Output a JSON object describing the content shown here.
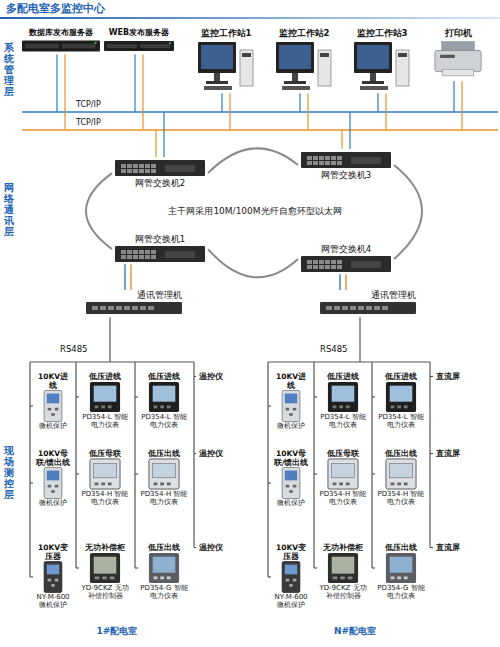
{
  "diagram": {
    "title": "多配电室多监控中心",
    "nodes": [
      {
        "text": [
          "数据库发布服务器"
        ]
      },
      {
        "text": [
          "WEB发布服务器"
        ]
      },
      {
        "text": [
          "监控工作站1"
        ]
      },
      {
        "text": [
          "监控工作站2"
        ]
      },
      {
        "text": [
          "监控工作站3"
        ]
      },
      {
        "text": [
          "打印机"
        ]
      },
      {
        "text": [
          "网管交换机2"
        ]
      },
      {
        "text": [
          "网管交换机3"
        ]
      },
      {
        "text": [
          "网管交换机1"
        ]
      },
      {
        "text": [
          "网管交换机4"
        ]
      },
      {
        "text": [
          "通讯管理机"
        ]
      },
      {
        "text": [
          "通讯管理机"
        ]
      },
      {
        "text": [
          "10KV进线",
          "微机保护"
        ]
      },
      {
        "text": [
          "低压进线",
          "PD354-L 智能电力仪表"
        ]
      },
      {
        "text": [
          "低压进线",
          "PD354-L 智能电力仪表"
        ]
      },
      {
        "text": [
          "10KV母联/馈出线",
          "微机保护"
        ]
      },
      {
        "text": [
          "低压母联",
          "PD354-H 智能电力仪表"
        ]
      },
      {
        "text": [
          "低压出线",
          "PD354-H 智能电力仪表"
        ]
      },
      {
        "text": [
          "10KV变压器",
          "NY-M-600 微机保护"
        ]
      },
      {
        "text": [
          "无功补偿柜",
          "YD-9CKZ 无功补偿控制器"
        ]
      },
      {
        "text": [
          "低压出线",
          "PD354-G 智能电力仪表"
        ]
      },
      {
        "text": [
          "10KV进线",
          "微机保护"
        ]
      },
      {
        "text": [
          "低压进线",
          "PD354-L 智能电力仪表"
        ]
      },
      {
        "text": [
          "低压进线",
          "PD354-L 智能电力仪表"
        ]
      },
      {
        "text": [
          "10KV母联/馈出线",
          "微机保护"
        ]
      },
      {
        "text": [
          "低压母联",
          "PD354-H 智能电力仪表"
        ]
      },
      {
        "text": [
          "低压出线",
          "PD354-H 智能电力仪表"
        ]
      },
      {
        "text": [
          "10KV变压器",
          "NY-M-600 微机保护"
        ]
      },
      {
        "text": [
          "无功补偿柜",
          "YD-9CKZ 无功补偿控制器"
        ]
      },
      {
        "text": [
          "低压出线",
          "PD354-G 智能电力仪表"
        ]
      }
    ],
    "edges": [
      {
        "from": 8,
        "to": 6,
        "arrow": "none"
      },
      {
        "from": 6,
        "to": 7,
        "arrow": "none"
      },
      {
        "from": 7,
        "to": 9,
        "arrow": "none"
      },
      {
        "from": 9,
        "to": 8,
        "arrow": "none"
      },
      {
        "from": 8,
        "to": 10,
        "arrow": "none"
      },
      {
        "from": 9,
        "to": 11,
        "arrow": "none"
      }
    ],
    "labels": [
      "系统管理层",
      "网络通讯层",
      "现场测控层",
      "TCP/IP",
      "TCP/IP",
      "主干网采用10M/100M光纤自愈环型以太网",
      "RS485",
      "RS485",
      "温控仪",
      "温控仪",
      "温控仪",
      "直流屏",
      "直流屏",
      "直流屏",
      "1#配电室",
      "N#配电室"
    ]
  }
}
